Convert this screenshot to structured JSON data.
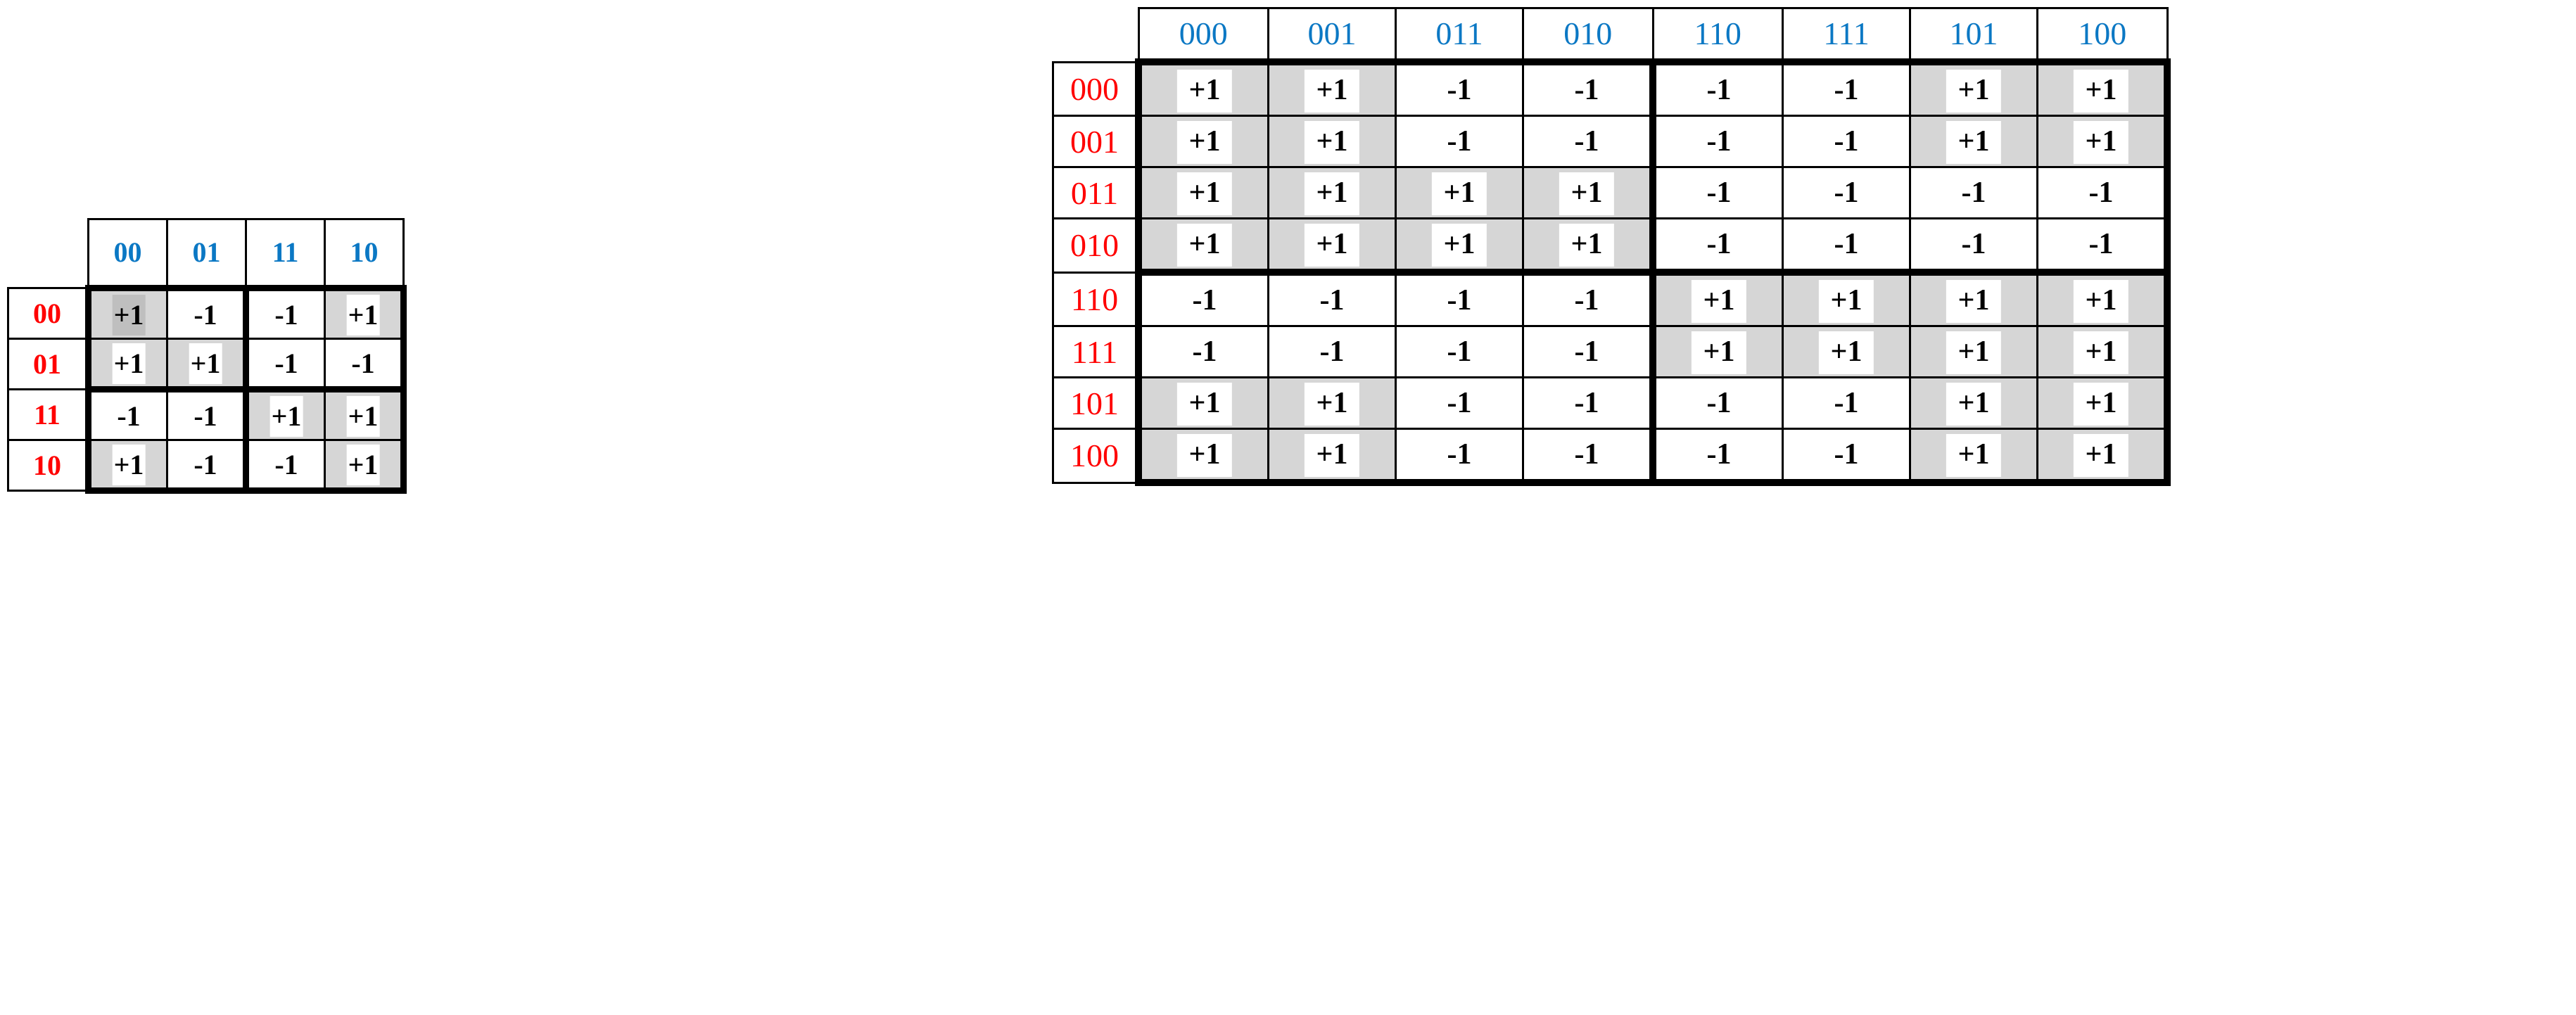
{
  "colors": {
    "header_blue": "#0b78c4",
    "row_label_red": "#ff0000",
    "cell_shade_gray": "#d6d6d6",
    "cell_dark_gray": "#bfbfbf",
    "grid_black": "#000000",
    "background": "#ffffff"
  },
  "left_table": {
    "name": "4x4-hadamard-matrix",
    "column_headers": [
      "00",
      "01",
      "11",
      "10"
    ],
    "row_headers": [
      "00",
      "01",
      "11",
      "10"
    ],
    "rows": [
      {
        "label": "00",
        "values": [
          "+1",
          "-1",
          "-1",
          "+1"
        ]
      },
      {
        "label": "01",
        "values": [
          "+1",
          "+1",
          "-1",
          "-1"
        ]
      },
      {
        "label": "11",
        "values": [
          "-1",
          "-1",
          "+1",
          "+1"
        ]
      },
      {
        "label": "10",
        "values": [
          "+1",
          "-1",
          "-1",
          "+1"
        ]
      }
    ],
    "shaded": [
      [
        true,
        false,
        false,
        true
      ],
      [
        true,
        true,
        false,
        false
      ],
      [
        false,
        false,
        true,
        true
      ],
      [
        true,
        false,
        false,
        true
      ]
    ],
    "dark_inner": [
      [
        true,
        false,
        false,
        false
      ],
      [
        false,
        false,
        false,
        false
      ],
      [
        false,
        false,
        false,
        false
      ],
      [
        false,
        false,
        false,
        false
      ]
    ],
    "quadrant_split_after_col": 2,
    "quadrant_split_after_row": 2
  },
  "right_table": {
    "name": "8x8-hadamard-matrix",
    "column_headers": [
      "000",
      "001",
      "011",
      "010",
      "110",
      "111",
      "101",
      "100"
    ],
    "row_headers": [
      "000",
      "001",
      "011",
      "010",
      "110",
      "111",
      "101",
      "100"
    ],
    "rows": [
      {
        "label": "000",
        "values": [
          "+1",
          "+1",
          "-1",
          "-1",
          "-1",
          "-1",
          "+1",
          "+1"
        ]
      },
      {
        "label": "001",
        "values": [
          "+1",
          "+1",
          "-1",
          "-1",
          "-1",
          "-1",
          "+1",
          "+1"
        ]
      },
      {
        "label": "011",
        "values": [
          "+1",
          "+1",
          "+1",
          "+1",
          "-1",
          "-1",
          "-1",
          "-1"
        ]
      },
      {
        "label": "010",
        "values": [
          "+1",
          "+1",
          "+1",
          "+1",
          "-1",
          "-1",
          "-1",
          "-1"
        ]
      },
      {
        "label": "110",
        "values": [
          "-1",
          "-1",
          "-1",
          "-1",
          "+1",
          "+1",
          "+1",
          "+1"
        ]
      },
      {
        "label": "111",
        "values": [
          "-1",
          "-1",
          "-1",
          "-1",
          "+1",
          "+1",
          "+1",
          "+1"
        ]
      },
      {
        "label": "101",
        "values": [
          "+1",
          "+1",
          "-1",
          "-1",
          "-1",
          "-1",
          "+1",
          "+1"
        ]
      },
      {
        "label": "100",
        "values": [
          "+1",
          "+1",
          "-1",
          "-1",
          "-1",
          "-1",
          "+1",
          "+1"
        ]
      }
    ],
    "shaded": [
      [
        true,
        true,
        false,
        false,
        false,
        false,
        true,
        true
      ],
      [
        true,
        true,
        false,
        false,
        false,
        false,
        true,
        true
      ],
      [
        true,
        true,
        true,
        true,
        false,
        false,
        false,
        false
      ],
      [
        true,
        true,
        true,
        true,
        false,
        false,
        false,
        false
      ],
      [
        false,
        false,
        false,
        false,
        true,
        true,
        true,
        true
      ],
      [
        false,
        false,
        false,
        false,
        true,
        true,
        true,
        true
      ],
      [
        true,
        true,
        false,
        false,
        false,
        false,
        true,
        true
      ],
      [
        true,
        true,
        false,
        false,
        false,
        false,
        true,
        true
      ]
    ],
    "quadrant_split_after_col": 4,
    "quadrant_split_after_row": 4
  }
}
